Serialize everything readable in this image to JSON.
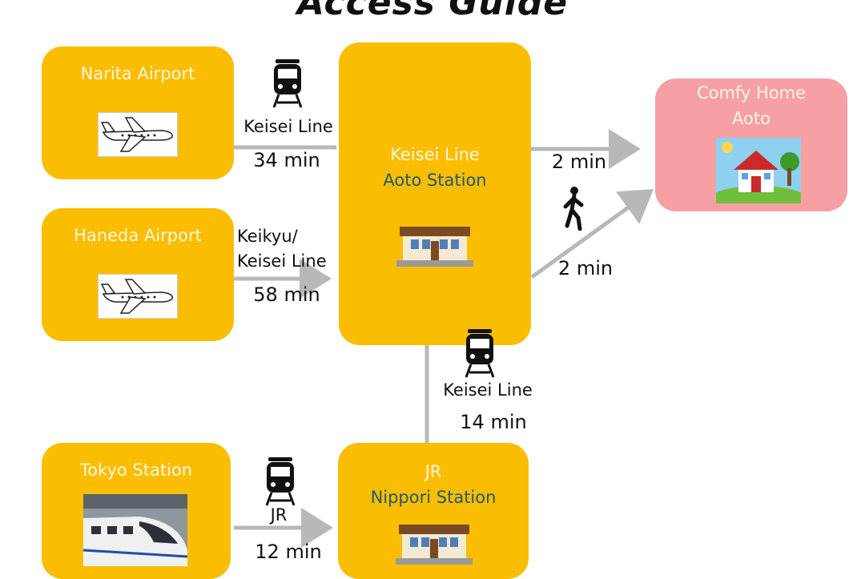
{
  "title": "Access Guide",
  "colors": {
    "box": "#fbbd00",
    "home": "#f7a0a3",
    "arrow": "#b8b8b8",
    "station_text": "#1f5a73"
  },
  "nodes": {
    "narita": {
      "label": "Narita Airport",
      "icon": "airplane-icon"
    },
    "haneda": {
      "label": "Haneda Airport",
      "icon": "airplane-icon"
    },
    "tokyo": {
      "label": "Tokyo Station",
      "icon": "bullet-train-photo"
    },
    "aoto": {
      "line": "Keisei Line",
      "station": "Aoto Station",
      "icon": "station-building-icon"
    },
    "nippori": {
      "line": "JR",
      "station": "Nippori Station",
      "icon": "station-building-icon"
    },
    "home": {
      "line1": "Comfy Home",
      "line2": "Aoto",
      "icon": "house-icon"
    }
  },
  "routes": {
    "narita_aoto": {
      "line": "Keisei Line",
      "time": "34 min",
      "icon": "train-icon"
    },
    "haneda_aoto": {
      "line1": "Keikyu/",
      "line2": "Keisei Line",
      "time": "58 min"
    },
    "aoto_home_top": {
      "time": "2 min"
    },
    "aoto_home_walk": {
      "time": "2 min",
      "icon": "walking-person-icon"
    },
    "nippori_aoto": {
      "line": "Keisei Line",
      "time": "14 min",
      "icon": "train-icon"
    },
    "tokyo_nippori": {
      "line": "JR",
      "time": "12 min",
      "icon": "train-icon"
    }
  }
}
